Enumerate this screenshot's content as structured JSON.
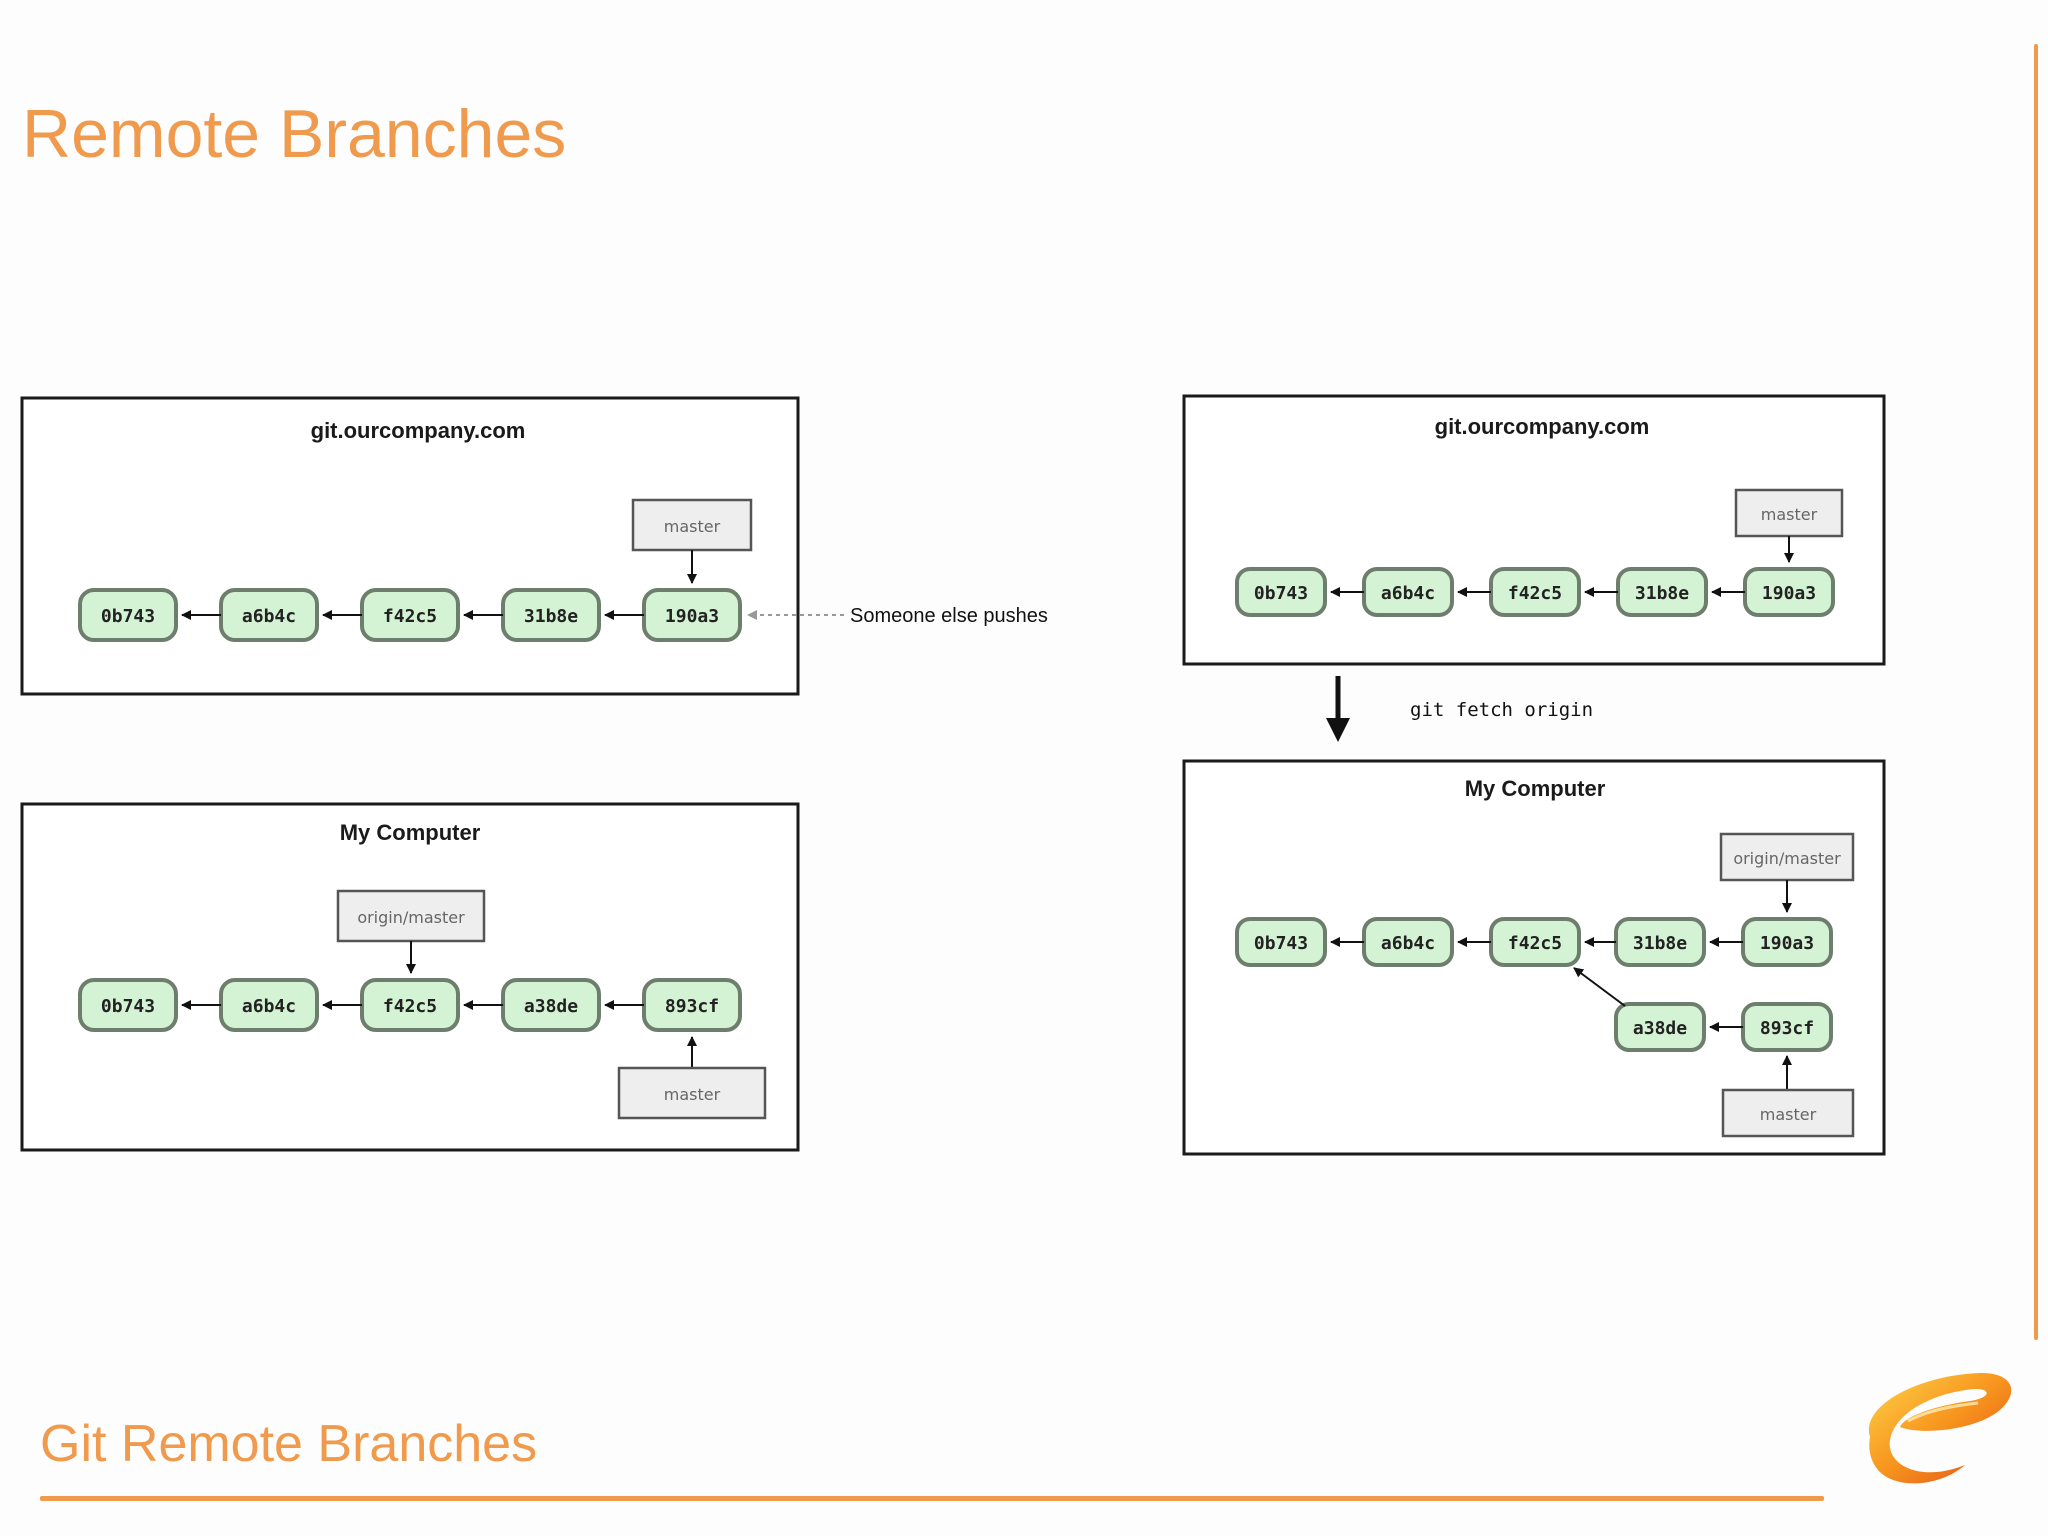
{
  "slide": {
    "title": "Remote Branches",
    "footer": "Git Remote Branches"
  },
  "colors": {
    "accent": "#ef9a4c",
    "commit_fill": "#d4f2d4",
    "ref_fill": "#eeeeee"
  },
  "diagram": {
    "left": {
      "remote": {
        "title": "git.ourcompany.com",
        "commits": [
          "0b743",
          "a6b4c",
          "f42c5",
          "31b8e",
          "190a3"
        ],
        "ref": "master",
        "annotation": "Someone else pushes"
      },
      "local": {
        "title": "My Computer",
        "commits": [
          "0b743",
          "a6b4c",
          "f42c5",
          "a38de",
          "893cf"
        ],
        "remote_ref": "origin/master",
        "ref": "master"
      }
    },
    "right": {
      "remote": {
        "title": "git.ourcompany.com",
        "commits": [
          "0b743",
          "a6b4c",
          "f42c5",
          "31b8e",
          "190a3"
        ],
        "ref": "master"
      },
      "command": "git fetch origin",
      "local": {
        "title": "My Computer",
        "commits_main": [
          "0b743",
          "a6b4c",
          "f42c5",
          "31b8e",
          "190a3"
        ],
        "commits_branch": [
          "a38de",
          "893cf"
        ],
        "remote_ref": "origin/master",
        "ref": "master"
      }
    }
  }
}
